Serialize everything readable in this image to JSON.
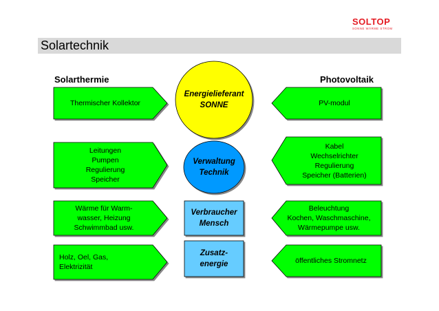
{
  "brand": {
    "name": "SOLTOP",
    "tagline": "SONNE WÄRME STROM"
  },
  "page_title": "Solartechnik",
  "sections": {
    "left": "Solarthermie",
    "right": "Photovoltaik"
  },
  "center": {
    "energy_source": "Energielieferant\nSONNE",
    "management": "Verwaltung\nTechnik",
    "consumer": "Verbraucher\nMensch",
    "supplementary": "Zusatz-\nenergie"
  },
  "thermal_items": [
    "Thermischer Kollektor",
    "Leitungen\nPumpen\nRegulierung\nSpeicher",
    "Wärme für Warm-\nwasser, Heizung\nSchwimmbad usw.",
    "Holz, Oel, Gas,\nElektrizität"
  ],
  "pv_items": [
    "PV-modul",
    "Kabel\nWechselrichter\nRegulierung\nSpeicher (Batterien)",
    "Beleuchtung\nKochen, Waschmaschine,\nWärmepumpe usw.",
    "öffentliches Stromnetz"
  ],
  "colors": {
    "green": "#00ff00",
    "sun": "#ffff00",
    "management": "#0099ff",
    "consumer_blocks": "#66ccff",
    "brand_red": "#e41b23"
  }
}
